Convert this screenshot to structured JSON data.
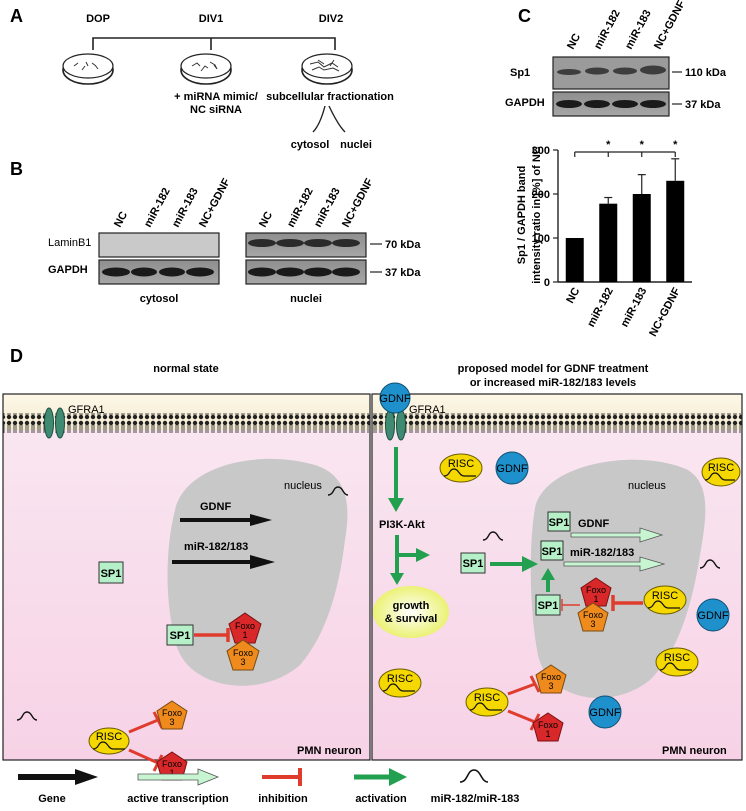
{
  "panelA": {
    "letter": "A",
    "stages": [
      "DOP",
      "DIV1",
      "DIV2"
    ],
    "treatment": [
      "+ miRNA mimic/",
      "NC siRNA"
    ],
    "fractionation": "subcellular fractionation",
    "fractions": [
      "cytosol",
      "nuclei"
    ]
  },
  "panelB": {
    "letter": "B",
    "lanes": [
      "NC",
      "miR-182",
      "miR-183",
      "NC+GDNF"
    ],
    "rows": [
      "LaminB1",
      "GAPDH"
    ],
    "sizes": [
      "70 kDa",
      "37 kDa"
    ],
    "blots": [
      "cytosol",
      "nuclei"
    ]
  },
  "panelC": {
    "letter": "C",
    "lanes": [
      "NC",
      "miR-182",
      "miR-183",
      "NC+GDNF"
    ],
    "rows": [
      "Sp1",
      "GAPDH"
    ],
    "sizes": [
      "110 kDa",
      "37 kDa"
    ],
    "significance": [
      "*",
      "*",
      "*"
    ]
  },
  "chart_data": {
    "type": "bar",
    "categories": [
      "NC",
      "miR-182",
      "miR-183",
      "NC+GDNF"
    ],
    "values": [
      100,
      178,
      200,
      230
    ],
    "errors": [
      0,
      14,
      44,
      50
    ],
    "ylabel": "Sp1 / GAPDH band intensity ratio in [%] of NC",
    "ylim": [
      0,
      300
    ],
    "yticks": [
      0,
      100,
      200,
      300
    ],
    "bar_color": "#000000"
  },
  "panelD": {
    "letter": "D",
    "left_title": "normal state",
    "right_title": [
      "proposed model for GDNF treatment",
      "or increased miR-182/183 levels"
    ],
    "receptor": "GFRA1",
    "nucleus": "nucleus",
    "gene_gdnf": "GDNF",
    "gene_mir": "miR-182/183",
    "sp1": "SP1",
    "foxo1": [
      "Foxo",
      "1"
    ],
    "foxo3": [
      "Foxo",
      "3"
    ],
    "risc": "RISC",
    "gdnf_protein": "GDNF",
    "pathway": "PI3K-Akt",
    "growth": [
      "growth",
      "& survival"
    ],
    "cell": "PMN neuron"
  },
  "legend": {
    "gene": "Gene",
    "active": "active transcription",
    "inhibition": "inhibition",
    "activation": "activation",
    "mirna": "miR-182/miR-183"
  },
  "colors": {
    "cytoplasm": "#f7dceb",
    "membrane_zone": "#f7f0d6",
    "nucleus": "#c8c8c8",
    "sp1": "#b6f0c8",
    "foxo1": "#d8282a",
    "foxo3": "#ef8b1c",
    "risc": "#f5d800",
    "gdnf": "#1e90cc",
    "receptor": "#3f8a72",
    "inhibition": "#e03c2e",
    "activation": "#22a050"
  }
}
